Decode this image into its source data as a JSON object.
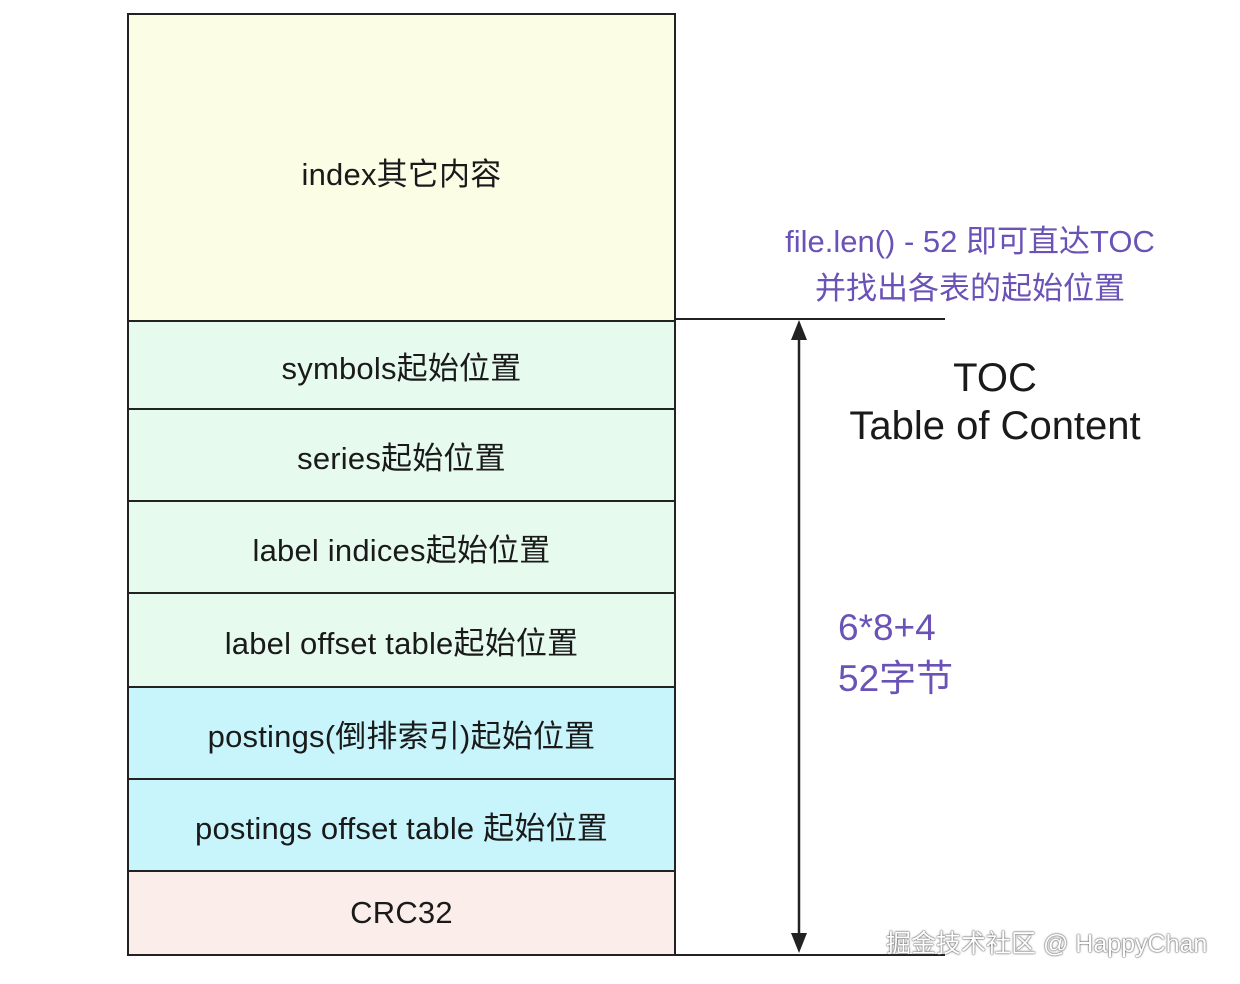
{
  "blocks": {
    "index_other": "index其它内容",
    "symbols": "symbols起始位置",
    "series": "series起始位置",
    "label_indices": "label indices起始位置",
    "label_offset_table": "label offset table起始位置",
    "postings": "postings(倒排索引)起始位置",
    "postings_offset_table": "postings offset table 起始位置",
    "crc32": "CRC32"
  },
  "annotations": {
    "seek_line1": "file.len() - 52 即可直达TOC",
    "seek_line2": "并找出各表的起始位置",
    "toc_line1": "TOC",
    "toc_line2": "Table of Content",
    "size_line1": "6*8+4",
    "size_line2": "52字节"
  },
  "watermark": "掘金技术社区 @ HappyChan",
  "colors": {
    "index_block": "#fbfde5",
    "green_blocks": "#e6faee",
    "cyan_blocks": "#c7f5fb",
    "crc_block": "#fbeeea",
    "annotation_purple": "#6a52b7"
  }
}
